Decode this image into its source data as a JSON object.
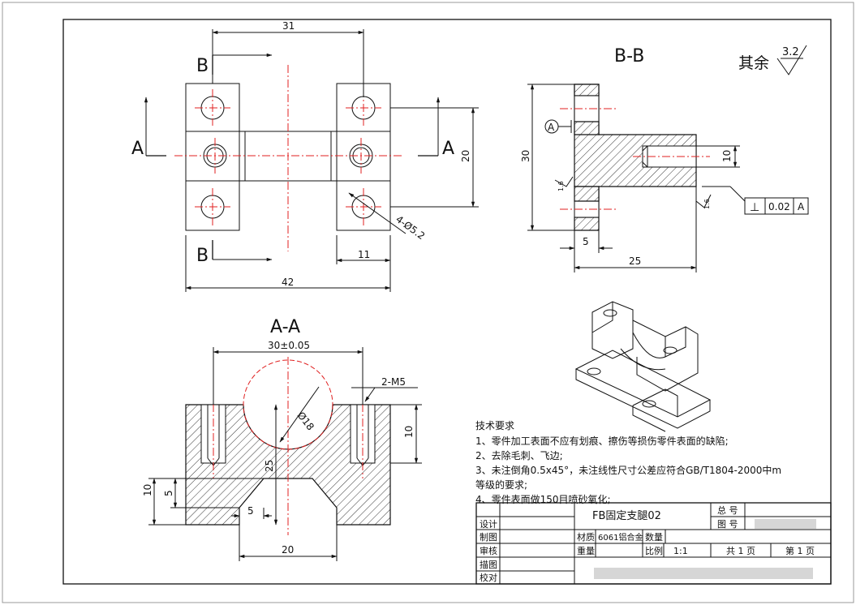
{
  "views": {
    "top_label_b": "B",
    "top_label_a": "A",
    "section_bb": "B-B",
    "section_aa": "A-A"
  },
  "dims": {
    "d31": "31",
    "d20": "20",
    "d42": "42",
    "d11": "11",
    "holes": "4-Ø5.2",
    "bb30": "30",
    "bb10": "10",
    "bb5": "5",
    "bb25": "25",
    "aa30": "30±0.05",
    "aaM5": "2-M5",
    "aa18": "Ø18",
    "aa10r": "10",
    "aa25": "25",
    "aa10l": "10",
    "aa5": "5",
    "aa5b": "5",
    "aa20": "20"
  },
  "surface": {
    "rest_label": "其余",
    "rest_value": "3.2",
    "rough_1": "1.6",
    "rough_2": "1.6"
  },
  "tolerance": {
    "symbol": "⊥",
    "value": "0.02",
    "datum": "A",
    "datum_marker": "A"
  },
  "tech": {
    "title": "技术要求",
    "lines": [
      "1、零件加工表面不应有划痕、擦伤等损伤零件表面的缺陷;",
      "2、去除毛刺、飞边;",
      "3、未注倒角0.5x45°，未注线性尺寸公差应符合GB/T1804-2000中m",
      "等级的要求;",
      "4、零件表面做150目喷砂氧化;"
    ]
  },
  "title_block": {
    "part_name": "FB固定支腿02",
    "zong_hao": "总 号",
    "tu_hao": "图 号",
    "design": "设计",
    "draw": "制图",
    "review": "审核",
    "trace": "描图",
    "check": "校对",
    "material_label": "材质",
    "material": "6061铝合金",
    "qty_label": "数量",
    "weight_label": "重量",
    "scale_label": "比例",
    "scale": "1:1",
    "total_pages": "共 1 页",
    "page": "第 1 页"
  }
}
